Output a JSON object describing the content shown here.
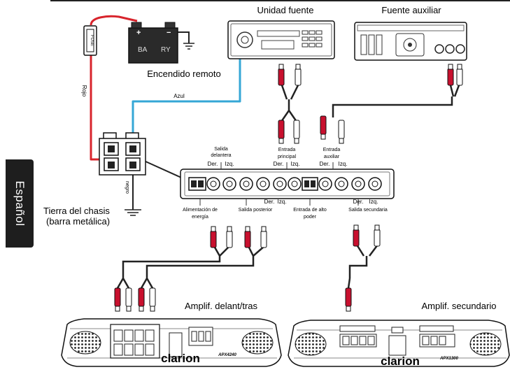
{
  "side_tab": {
    "label": "Español"
  },
  "devices": {
    "head_unit": "Unidad fuente",
    "aux_source": "Fuente auxiliar",
    "battery": {
      "text_left": "BA",
      "text_right": "RY",
      "plus": "+",
      "minus": "−"
    },
    "fuse": "FUSE",
    "remote": "Encendido remoto",
    "chassis_ground": {
      "line1": "Tierra del chasis",
      "line2": "(barra metálica)"
    }
  },
  "wires": {
    "red": "Rojo",
    "blue": "Azul",
    "black": "negro"
  },
  "processor": {
    "front_output": {
      "line1": "Salida",
      "line2": "delantera",
      "der": "Der.",
      "izq": "Izq."
    },
    "main_input": {
      "line1": "Entrada",
      "line2": "principal",
      "der": "Der.",
      "izq": "Izq."
    },
    "aux_input": {
      "line1": "Entrada",
      "line2": "auxiliar",
      "der": "Der.",
      "izq": "Izq."
    },
    "power": {
      "line1": "Alimentación de",
      "line2": "energía"
    },
    "rear_output": {
      "der": "Der.",
      "izq": "Izq.",
      "label": "Salida posterior"
    },
    "high_input": {
      "line1": "Entrada de alto",
      "line2": "poder"
    },
    "secondary_output": {
      "der": "Der.",
      "izq": "Izq.",
      "label": "Salida secundaria"
    }
  },
  "amps": {
    "front_rear": {
      "caption": "Amplif. delant/tras",
      "brand": "clarion",
      "model": "APX4240"
    },
    "secondary": {
      "caption": "Amplif. secundario",
      "brand": "clarion",
      "model": "APX1300"
    }
  },
  "colors": {
    "red_wire": "#d8242c",
    "blue_wire": "#35a7d6",
    "black_wire": "#222222",
    "rca_red": "#c8102e",
    "tab_bg": "#1e1e1e"
  }
}
